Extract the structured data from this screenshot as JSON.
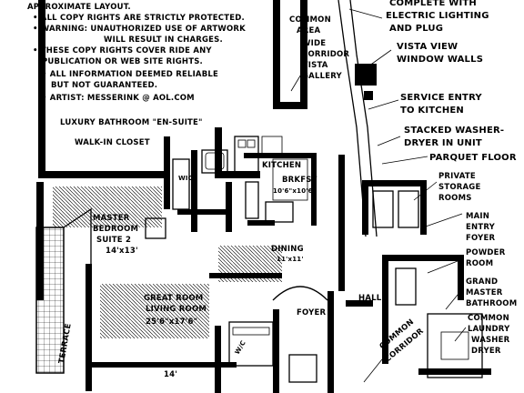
{
  "notes": {
    "lines": [
      "APPROXIMATE LAYOUT.",
      "• ALL COPY RIGHTS ARE STRICTLY PROTECTED.",
      "• WARNING: UNAUTHORIZED USE OF ARTWORK",
      "WILL RESULT IN CHARGES.",
      "• THESE COPY RIGHTS COVER RIDE ANY",
      "PUBLICATION OR WEB SITE RIGHTS.",
      "• ALL INFORMATION DEEMED RELIABLE",
      "BUT NOT GUARANTEED.",
      "• ARTIST: MESSERINK @ AOL.COM"
    ]
  },
  "rooms": {
    "luxury_bathroom": "LUXURY BATHROOM \"EN-SUITE\"",
    "walk_in_closet": "WALK-IN CLOSET",
    "kitchen": "KITCHEN",
    "brkfst": "BRKFST",
    "brkfst_size": "10'6\"x10'6\"",
    "master_bedroom": "MASTER",
    "master_bedroom_2": "BEDROOM",
    "master_bedroom_3": "SUITE 2",
    "master_size": "14'x13'",
    "dining": "DINING",
    "dining_size": "11'x11'",
    "great_room": "GREAT ROOM",
    "living_room": "LIVING ROOM",
    "great_size": "25'6\"x17'6\"",
    "terrace": "TERRACE",
    "foyer": "FOYER",
    "hall": "HALL",
    "wic": "WIC",
    "wic2": "W/C",
    "dimension_14": "14'"
  },
  "callouts": {
    "common_area": [
      "COMMON",
      "AREA"
    ],
    "wide_corridor": [
      "WIDE",
      "CORRIDOR",
      "VISTA",
      "GALLERY"
    ],
    "electric": [
      "COMPLETE WITH",
      "ELECTRIC LIGHTING",
      "AND PLUG"
    ],
    "vista_view": [
      "VISTA VIEW",
      "WINDOW WALLS"
    ],
    "service_entry": [
      "SERVICE ENTRY",
      "TO KITCHEN"
    ],
    "stacked_washer": [
      "STACKED WASHER-",
      "DRYER IN UNIT"
    ],
    "parquet": "PARQUET FLOOR",
    "private_storage": [
      "PRIVATE",
      "STORAGE",
      "ROOMS"
    ],
    "main_entry": [
      "MAIN",
      "ENTRY",
      "FOYER"
    ],
    "powder_room": [
      "POWDER",
      "ROOM"
    ],
    "grand_master": [
      "GRAND",
      "MASTER",
      "BATHROOM"
    ],
    "common_laundry": [
      "COMMON",
      "LAUNDRY",
      "WASHER",
      "DRYER"
    ],
    "common_corridor": [
      "COMMON",
      "CORRIDOR"
    ]
  }
}
